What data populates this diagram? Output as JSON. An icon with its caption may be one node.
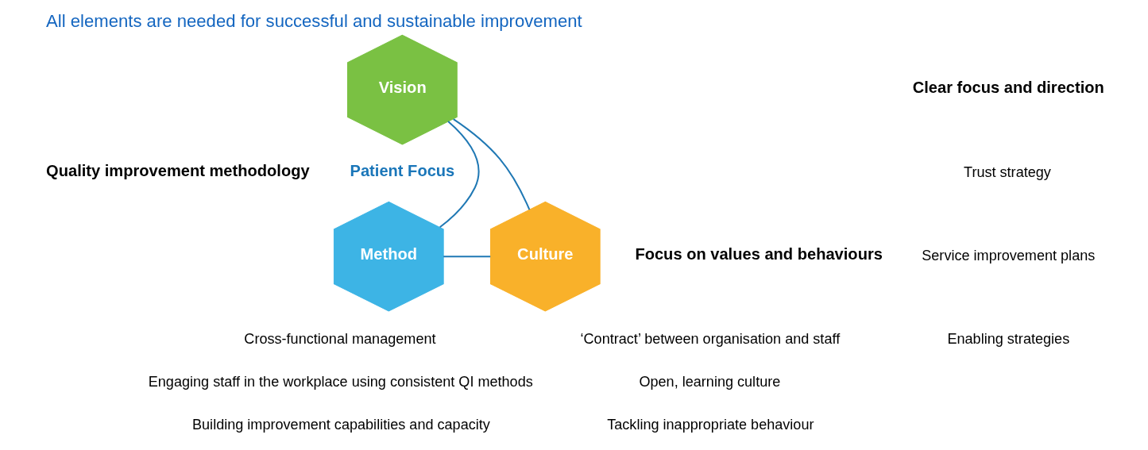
{
  "diagram": {
    "title": "All elements are needed for successful and sustainable improvement",
    "nodes": [
      {
        "text": [
          "Vision"
        ]
      },
      {
        "text": [
          "Method"
        ]
      },
      {
        "text": [
          "Culture"
        ]
      }
    ],
    "edges": [
      {
        "from": 0,
        "to": 1,
        "arrow": "none"
      },
      {
        "from": 0,
        "to": 2,
        "arrow": "none"
      },
      {
        "from": 1,
        "to": 2,
        "arrow": "none"
      }
    ],
    "labels": [
      "Clear focus and direction",
      "Trust strategy",
      "Service improvement plans",
      "Enabling strategies",
      "Quality improvement methodology",
      "Cross-functional management",
      "Engaging staff in the workplace using consistent QI methods",
      "Building improvement capabilities and capacity",
      "Patient Focus",
      "Focus on values and behaviours",
      "‘Contract’ between organisation and staff",
      "Open, learning culture",
      "Tackling inappropriate behaviour"
    ]
  }
}
